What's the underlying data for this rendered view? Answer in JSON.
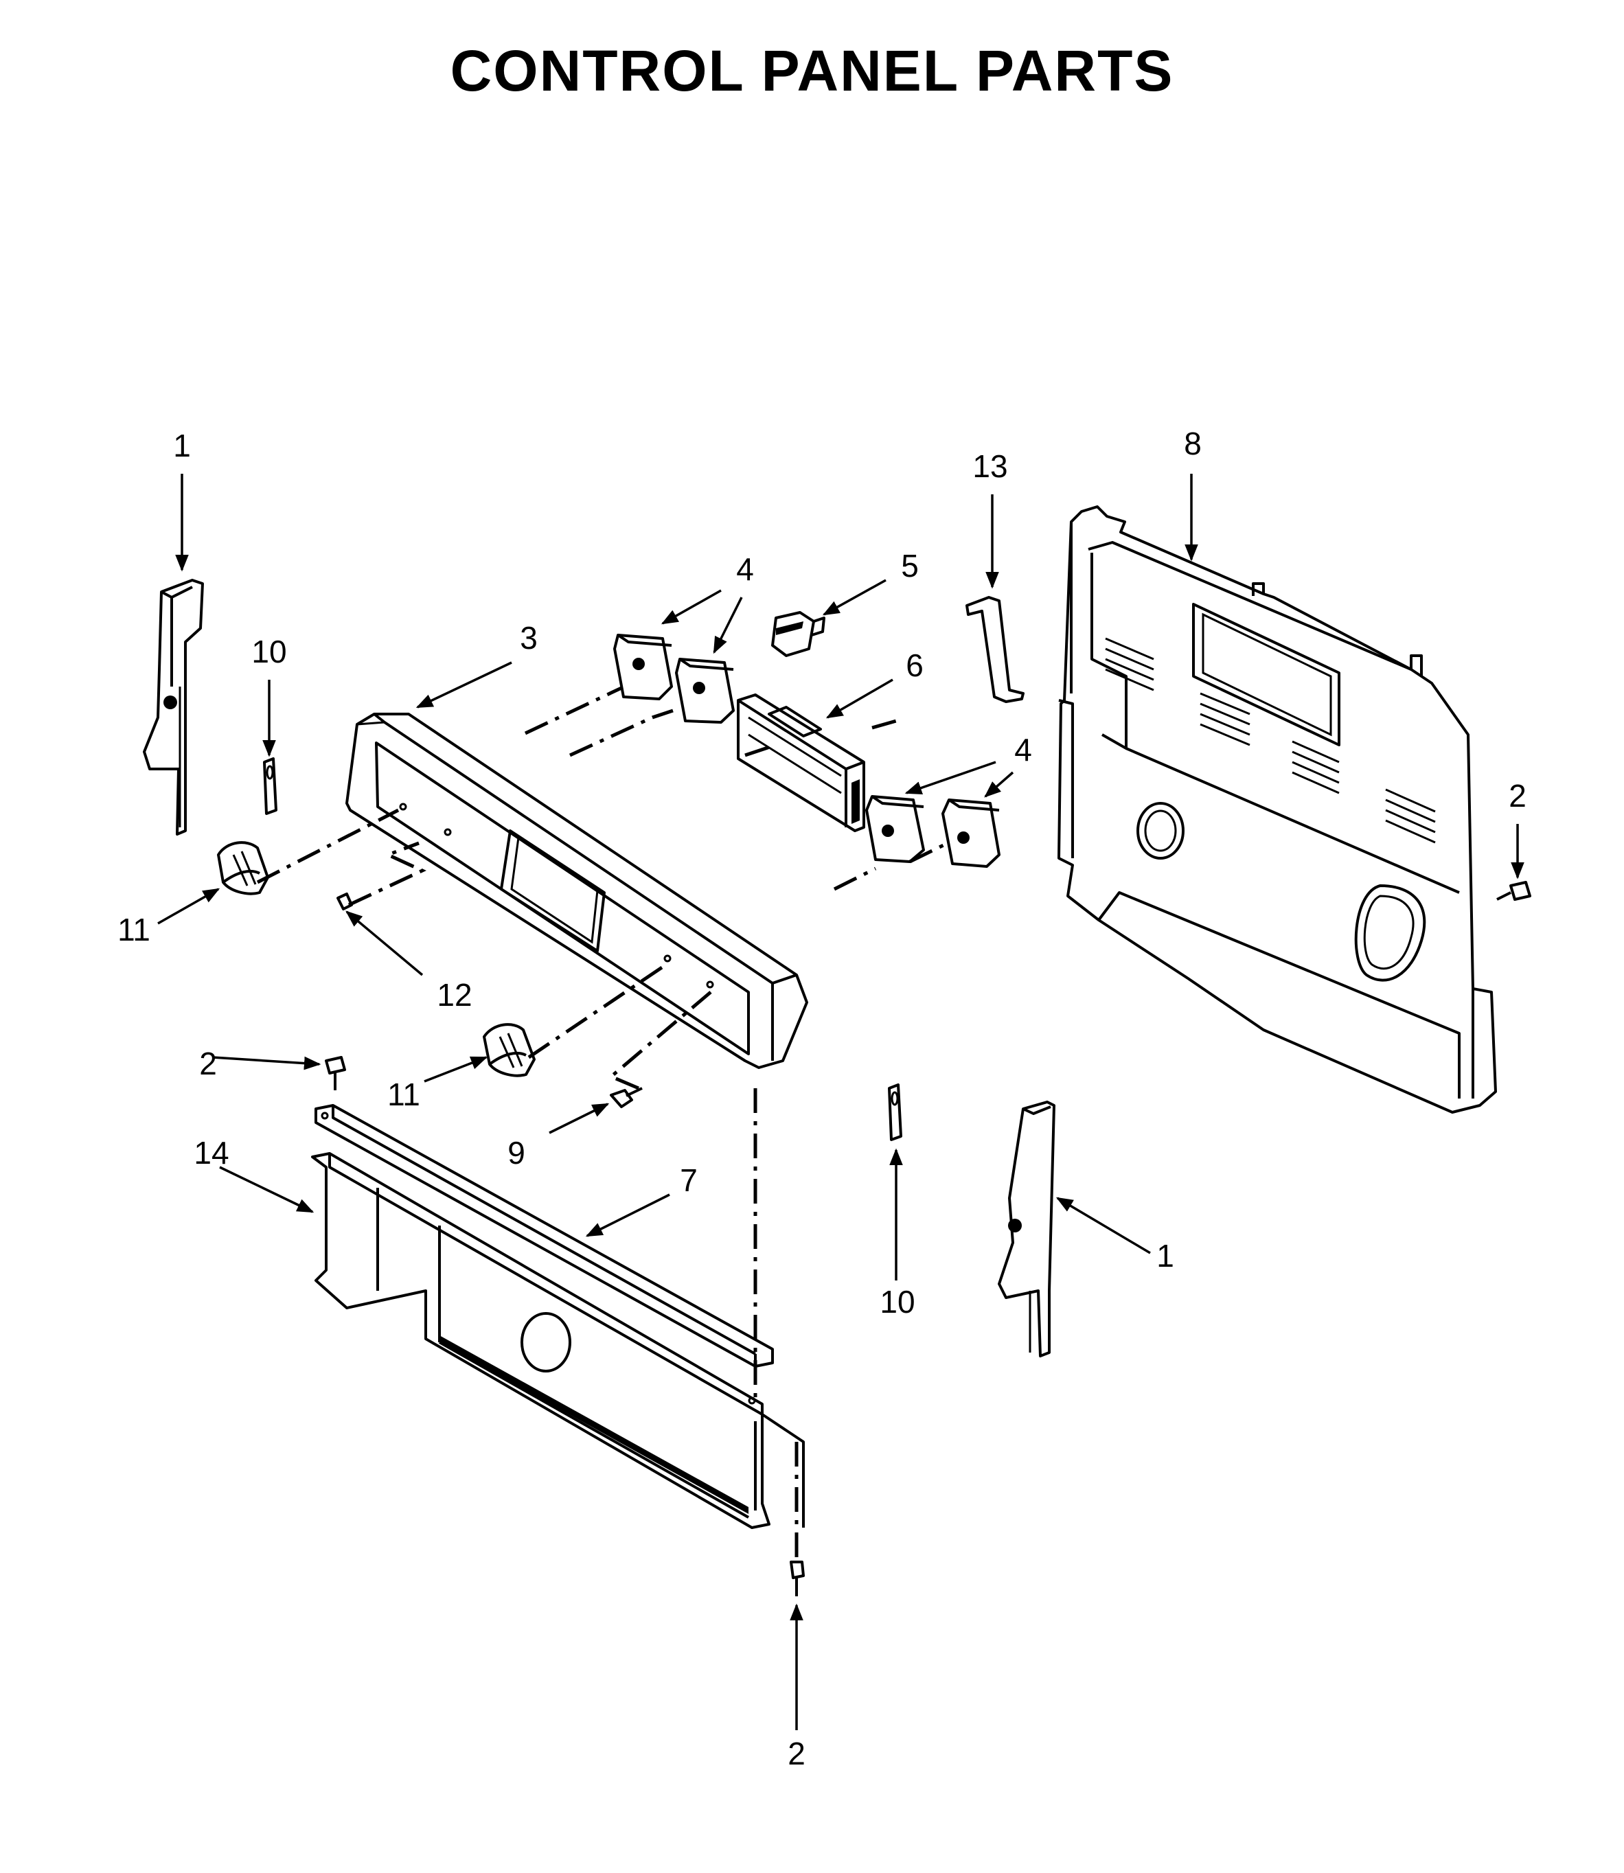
{
  "title": "CONTROL PANEL PARTS",
  "callouts": {
    "c1a": "1",
    "c1b": "1",
    "c2a": "2",
    "c2b": "2",
    "c2c": "2",
    "c3": "3",
    "c4a": "4",
    "c4b": "4",
    "c5": "5",
    "c6": "6",
    "c7": "7",
    "c8": "8",
    "c9": "9",
    "c10a": "10",
    "c10b": "10",
    "c11a": "11",
    "c11b": "11",
    "c12": "12",
    "c13": "13",
    "c14": "14"
  }
}
